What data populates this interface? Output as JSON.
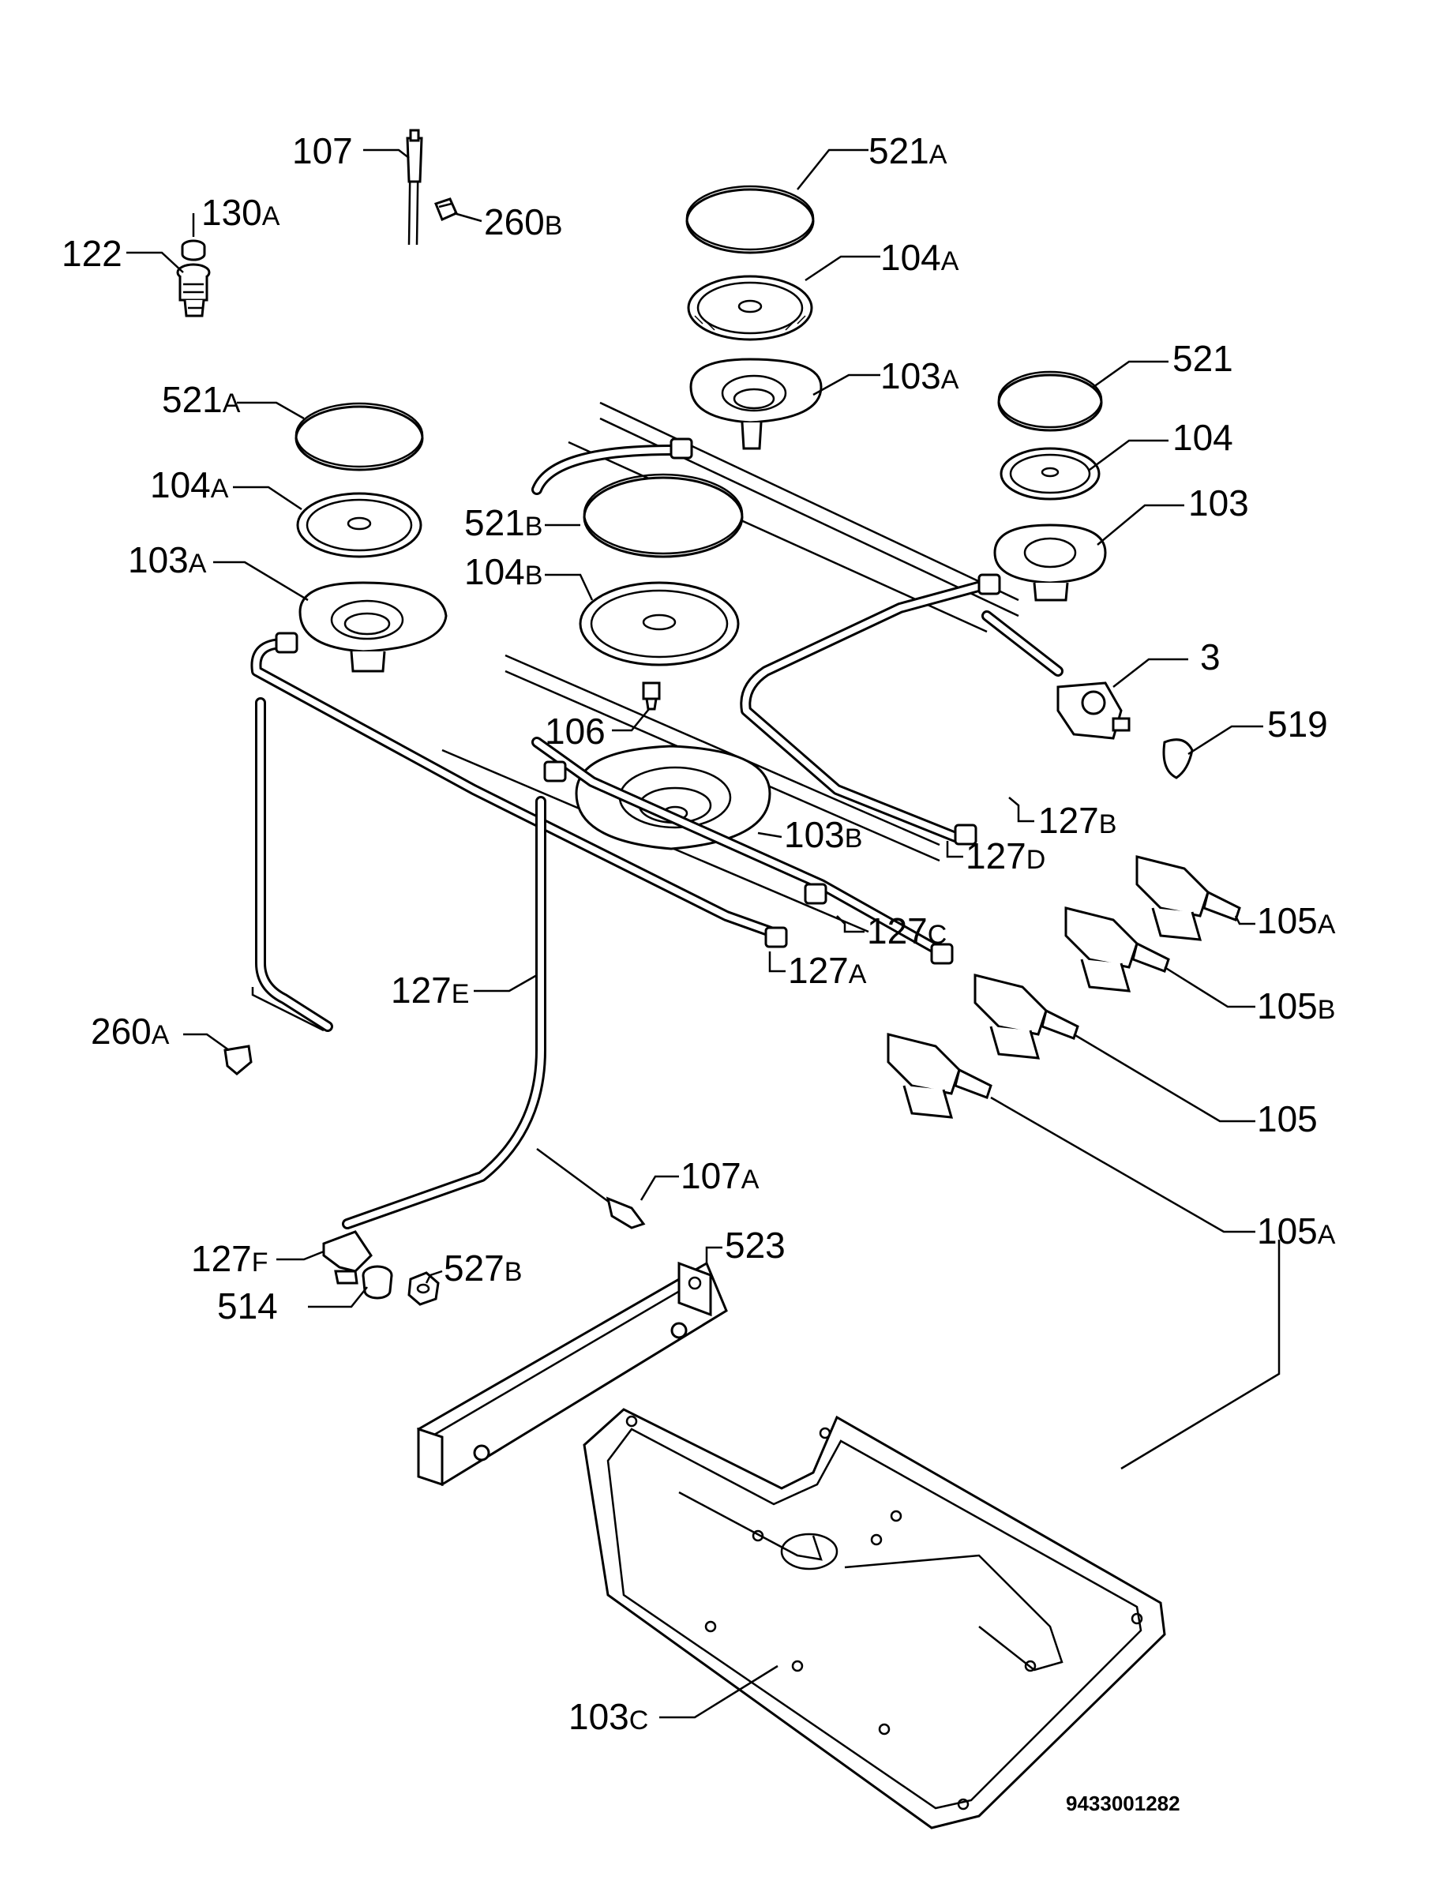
{
  "diagram": {
    "reference_number": "9433001282",
    "labels": [
      {
        "id": "107",
        "main": "107",
        "sub": ""
      },
      {
        "id": "260B",
        "main": "260",
        "sub": "B"
      },
      {
        "id": "130A",
        "main": "130",
        "sub": "A"
      },
      {
        "id": "122",
        "main": "122",
        "sub": ""
      },
      {
        "id": "521A-top",
        "main": "521",
        "sub": "A"
      },
      {
        "id": "104A-top",
        "main": "104",
        "sub": "A"
      },
      {
        "id": "103A-top",
        "main": "103",
        "sub": "A"
      },
      {
        "id": "521",
        "main": "521",
        "sub": ""
      },
      {
        "id": "104",
        "main": "104",
        "sub": ""
      },
      {
        "id": "103",
        "main": "103",
        "sub": ""
      },
      {
        "id": "521A-left",
        "main": "521",
        "sub": "A"
      },
      {
        "id": "104A-left",
        "main": "104",
        "sub": "A"
      },
      {
        "id": "103A-left",
        "main": "103",
        "sub": "A"
      },
      {
        "id": "521B",
        "main": "521",
        "sub": "B"
      },
      {
        "id": "104B",
        "main": "104",
        "sub": "B"
      },
      {
        "id": "3",
        "main": "3",
        "sub": ""
      },
      {
        "id": "519",
        "main": "519",
        "sub": ""
      },
      {
        "id": "106",
        "main": "106",
        "sub": ""
      },
      {
        "id": "103B",
        "main": "103",
        "sub": "B"
      },
      {
        "id": "127B",
        "main": "127",
        "sub": "B"
      },
      {
        "id": "127D",
        "main": "127",
        "sub": "D"
      },
      {
        "id": "127C",
        "main": "127",
        "sub": "C"
      },
      {
        "id": "127A",
        "main": "127",
        "sub": "A"
      },
      {
        "id": "105A-1",
        "main": "105",
        "sub": "A"
      },
      {
        "id": "105B",
        "main": "105",
        "sub": "B"
      },
      {
        "id": "127E",
        "main": "127",
        "sub": "E"
      },
      {
        "id": "260A",
        "main": "260",
        "sub": "A"
      },
      {
        "id": "105",
        "main": "105",
        "sub": ""
      },
      {
        "id": "107A",
        "main": "107",
        "sub": "A"
      },
      {
        "id": "105A-2",
        "main": "105",
        "sub": "A"
      },
      {
        "id": "523",
        "main": "523",
        "sub": ""
      },
      {
        "id": "127F",
        "main": "127",
        "sub": "F"
      },
      {
        "id": "527B",
        "main": "527",
        "sub": "B"
      },
      {
        "id": "514",
        "main": "514",
        "sub": ""
      },
      {
        "id": "103C",
        "main": "103",
        "sub": "C"
      }
    ]
  }
}
